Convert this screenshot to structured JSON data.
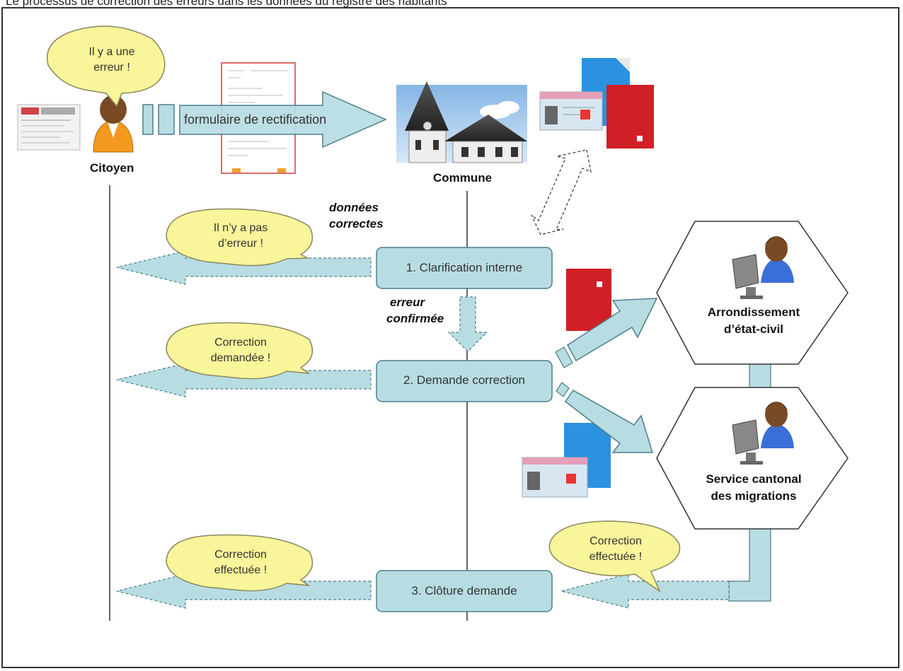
{
  "header": {
    "text": "Le processus de correction des erreurs dans les données du registre des habitants"
  },
  "actors": {
    "citizen": "Citoyen",
    "commune": "Commune",
    "arrondissement": [
      "Arrondissement",
      "d’état-civil"
    ],
    "service": [
      "Service cantonal",
      "des migrations"
    ]
  },
  "bubbles": {
    "error": [
      "Il y a une",
      "erreur !"
    ],
    "no_error": [
      "Il n’y a pas",
      "d’erreur !"
    ],
    "requested": [
      "Correction",
      "demandée !"
    ],
    "done_citizen": [
      "Correction",
      "effectuée !"
    ],
    "done_service": [
      "Correction",
      "effectuée !"
    ]
  },
  "form_arrow_label": "formulaire de rectification",
  "steps": {
    "step1": "1. Clarification interne",
    "step2": "2. Demande correction",
    "step3": "3. Clôture demande"
  },
  "decisions": {
    "correct": [
      "données",
      "correctes"
    ],
    "confirmed": [
      "erreur",
      "confirmée"
    ]
  },
  "colors": {
    "arrow_fill": "#b7dde3",
    "arrow_stroke": "#6fa0aa",
    "bubble_fill": "#f8f59a",
    "bubble_stroke": "#8a8760",
    "box_fill": "#b7dde3",
    "passport_red": "#d11f26",
    "id_blue": "#2a92e0"
  },
  "icons": {
    "citizen": "person-icon",
    "commune": "town-hall-icon",
    "office": "office-worker-icon",
    "documents": "passport-id-icon",
    "form": "form-document-icon"
  }
}
